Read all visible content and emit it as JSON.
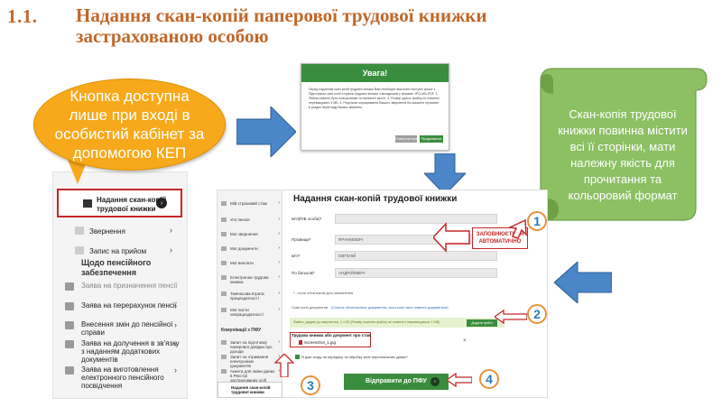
{
  "title": {
    "number": "1.1.",
    "text": "Надання скан-копій паперової трудової книжки застрахованою особою"
  },
  "callout": {
    "text": "Кнопка доступна лише при вході в особистий кабінет за допомогою КЕП"
  },
  "scroll_note": {
    "text": "Скан-копія трудової книжки повинна містити всі її сторінки, мати належну якість для прочитання та кольоровий формат"
  },
  "left_menu": {
    "highlighted_item": "Надання скан-копій трудової книжки",
    "items": [
      "Звернення",
      "Запис на прийом"
    ],
    "section_heading": "Щодо пенсійного забезпечення",
    "section_items": [
      "Заява на призначення пенсії",
      "Заява на перерахунок пенсії",
      "Внесення змін до пенсійної справи",
      "Заява на долучення в зв'язку з наданням додаткових документів",
      "Заява на виготовлення електронного пенсійного посвідчення"
    ]
  },
  "dialog": {
    "title": "Увага!",
    "body": "Перед наданням скан-копій трудової книжки Вам необхідно виконати наступні кроки: 1. Підготувати скан-копії сторінок трудової книжки з вкладишем у форматі JPG або PDF. 2. Файли повинні бути кольоровими та належної якості. 3. Розмір одного файлу не повинен перевищувати 1 МБ. 4. Результат опрацювання Вашого звернення Ви зможете отримати в розділі перегляду Ваших звернень.",
    "cancel_label": "Повернутися",
    "continue_label": "Продовжити"
  },
  "form": {
    "title": "Надання скан-копій трудової книжки",
    "sidebar_items": [
      "Мій страховий стаж",
      "Уся пенсія",
      "Мої звернення",
      "Мої документи",
      "Мої виплати",
      "Електронна трудова книжка",
      "Тимчасова втрата працездатності",
      "Мої листи непрацездатності"
    ],
    "sidebar_heading": "Комунікації з ПФУ",
    "sidebar_items_2": [
      "Запит на підготовку паперової довідки про доходи",
      "Запит на отримання електронних документів",
      "Анкета для зміни даних в Реєстрі застрахованих осіб"
    ],
    "sidebar_active": "Надання скан-копій трудової книжки",
    "fields": [
      {
        "label": "Ім'я(ПІБ особи)*",
        "value": ""
      },
      {
        "label": "Прізвище*",
        "value": "ФРАНКЕВИЧ"
      },
      {
        "label": "Ім'я*",
        "value": "ЄВГЕНІЙ"
      },
      {
        "label": "По батькові*",
        "value": "АНДРІЙОВИЧ"
      }
    ],
    "required_note": "* - поля обов'язкові для заповнення",
    "scan_label": "Скан-копії документів",
    "scan_hint": "(Список обов'язкових документів, скан-копії яких повинні додаватися)",
    "upload_strip": "Файли, додані до звернення, 1 з 50 (Розмір кожного файлу не повинен перевищувати 1 МБ)",
    "add_button": "Додати файл",
    "file_label": "Трудова книжка або документ про стаж",
    "file_name": "Screenshot_1.jpg",
    "consent": "Я даю згоду на передачу та обробку моїх персональних даних*",
    "submit_label": "Відправити до ПФУ"
  },
  "annotations": {
    "auto_fill": "ЗАПОВНЮЄТЬСЯ АВТОМАТИЧНО",
    "numbers": [
      "1",
      "2",
      "3",
      "4"
    ]
  }
}
